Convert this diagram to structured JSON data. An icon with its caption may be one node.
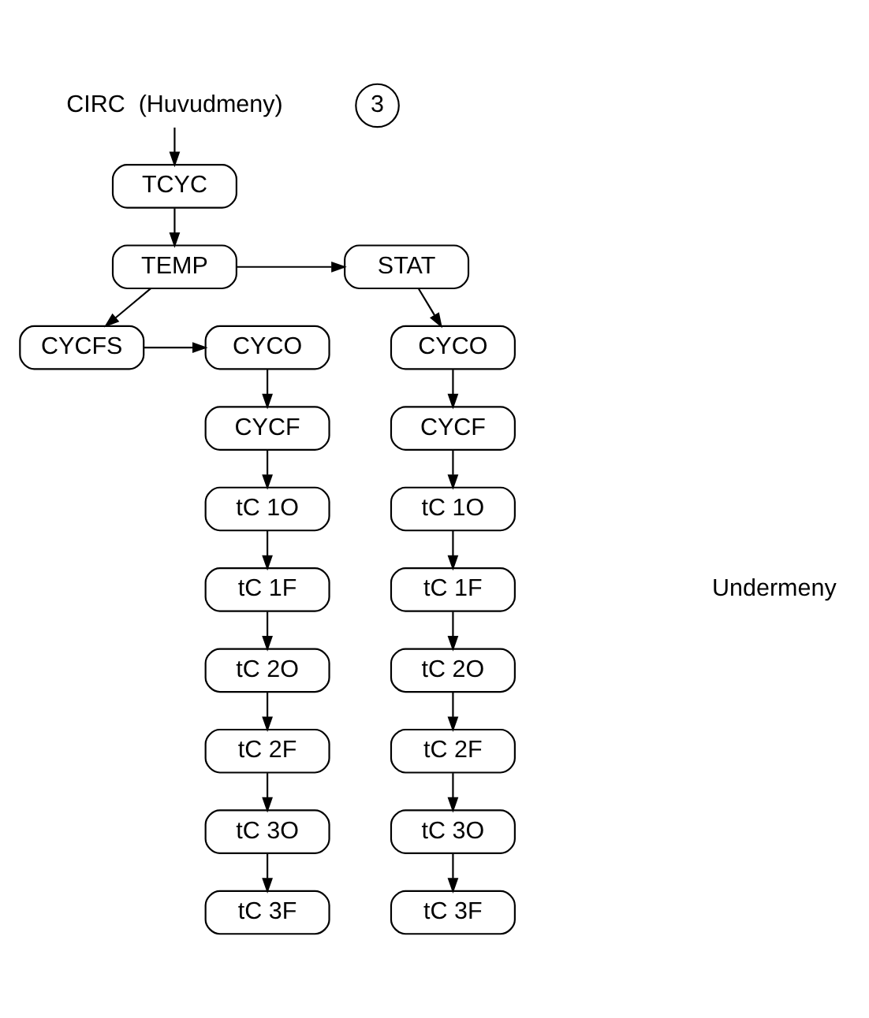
{
  "diagram": {
    "nodes": [
      {
        "text": [
          "CIRC"
        ],
        "beside": [
          "(Huvudmeny)"
        ]
      },
      {
        "text": [
          "3"
        ]
      },
      {
        "text": [
          "TCYC"
        ]
      },
      {
        "text": [
          "TEMP"
        ]
      },
      {
        "text": [
          "STAT"
        ]
      },
      {
        "text": [
          "CYCFS"
        ]
      },
      {
        "text": [
          "CYCO"
        ]
      },
      {
        "text": [
          "CYCF"
        ]
      },
      {
        "text": [
          "tC 1O"
        ]
      },
      {
        "text": [
          "tC 1F"
        ]
      },
      {
        "text": [
          "tC 2O"
        ]
      },
      {
        "text": [
          "tC 2F"
        ]
      },
      {
        "text": [
          "tC 3O"
        ]
      },
      {
        "text": [
          "tC 3F"
        ]
      },
      {
        "text": [
          "CYCO"
        ]
      },
      {
        "text": [
          "CYCF"
        ]
      },
      {
        "text": [
          "tC 1O"
        ]
      },
      {
        "text": [
          "tC 1F"
        ]
      },
      {
        "text": [
          "tC 2O"
        ]
      },
      {
        "text": [
          "tC 2F"
        ]
      },
      {
        "text": [
          "tC 3O"
        ]
      },
      {
        "text": [
          "tC 3F"
        ]
      }
    ],
    "edges": [
      {
        "from": 0,
        "to": 2,
        "arrow": "to"
      },
      {
        "from": 2,
        "to": 3,
        "arrow": "to"
      },
      {
        "from": 3,
        "to": 4,
        "arrow": "to"
      },
      {
        "from": 3,
        "to": 5,
        "arrow": "to"
      },
      {
        "from": 5,
        "to": 6,
        "arrow": "to"
      },
      {
        "from": 6,
        "to": 7,
        "arrow": "to"
      },
      {
        "from": 7,
        "to": 8,
        "arrow": "to"
      },
      {
        "from": 8,
        "to": 9,
        "arrow": "to"
      },
      {
        "from": 9,
        "to": 10,
        "arrow": "to"
      },
      {
        "from": 10,
        "to": 11,
        "arrow": "to"
      },
      {
        "from": 11,
        "to": 12,
        "arrow": "to"
      },
      {
        "from": 12,
        "to": 13,
        "arrow": "to"
      },
      {
        "from": 4,
        "to": 14,
        "arrow": "to"
      },
      {
        "from": 14,
        "to": 15,
        "arrow": "to"
      },
      {
        "from": 15,
        "to": 16,
        "arrow": "to"
      },
      {
        "from": 16,
        "to": 17,
        "arrow": "to"
      },
      {
        "from": 17,
        "to": 18,
        "arrow": "to"
      },
      {
        "from": 18,
        "to": 19,
        "arrow": "to"
      },
      {
        "from": 19,
        "to": 20,
        "arrow": "to"
      },
      {
        "from": 20,
        "to": 21,
        "arrow": "to"
      }
    ],
    "labels": [
      "Undermeny"
    ]
  }
}
